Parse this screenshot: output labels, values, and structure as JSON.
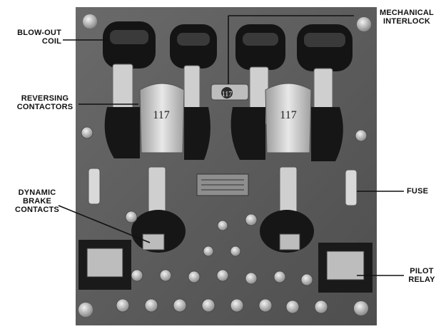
{
  "labels": {
    "blow_out_coil": [
      "BLOW-OUT",
      "COIL"
    ],
    "mechanical_interlock": [
      "MECHANICAL",
      "INTERLOCK"
    ],
    "reversing_contactors": [
      "REVERSING",
      "CONTACTORS"
    ],
    "dynamic_brake_contacts": [
      "DYNAMIC",
      "BRAKE",
      "CONTACTS"
    ],
    "fuse": [
      "FUSE"
    ],
    "pilot_relay": [
      "PILOT",
      "RELAY"
    ]
  },
  "contactor_numbers": [
    "117",
    "117",
    "117"
  ],
  "colors": {
    "panel": "#5f5f5f",
    "coil": "#151515",
    "metal": "#d4d4d4",
    "line": "#111111"
  }
}
